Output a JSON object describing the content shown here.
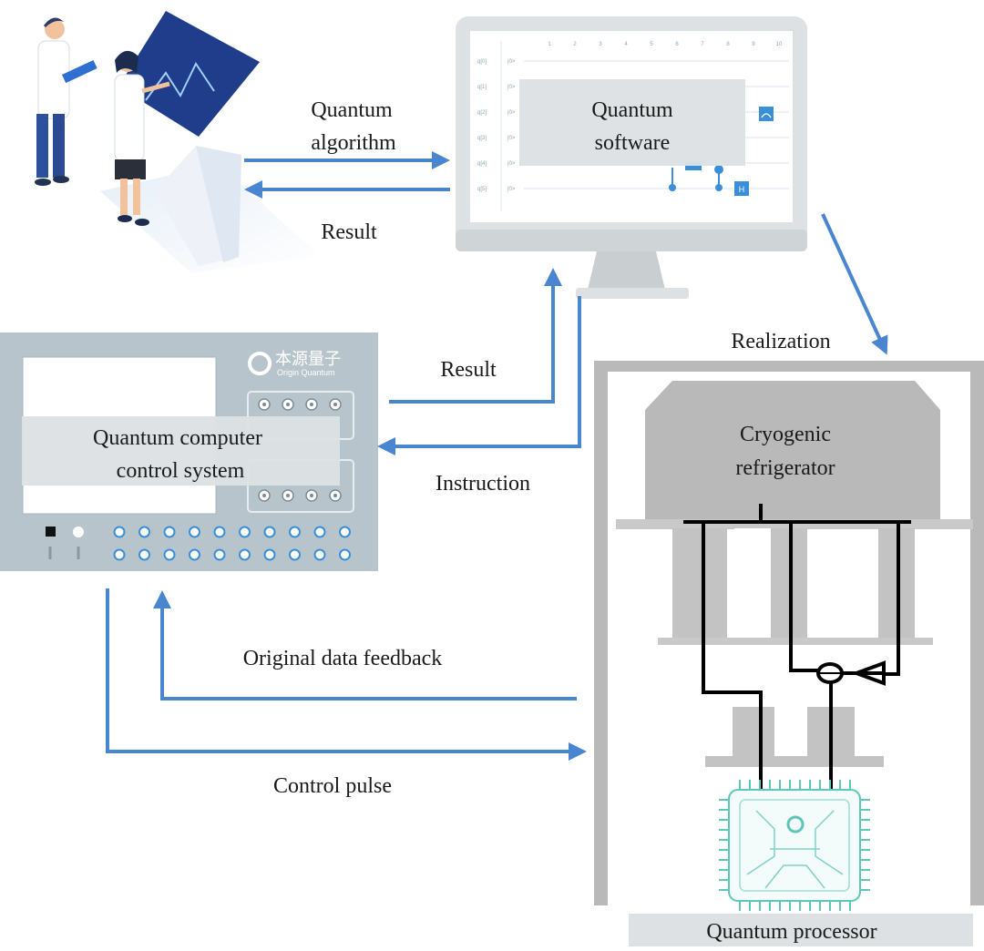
{
  "labels": {
    "quantum_algorithm_line1": "Quantum",
    "quantum_algorithm_line2": "algorithm",
    "result_top": "Result",
    "software_line1": "Quantum",
    "software_line2": "software",
    "realization": "Realization",
    "result_mid": "Result",
    "instruction": "Instruction",
    "control_system_line1": "Quantum computer",
    "control_system_line2": "control system",
    "cryo_line1": "Cryogenic",
    "cryo_line2": "refrigerator",
    "original_feedback": "Original data feedback",
    "control_pulse": "Control pulse",
    "processor": "Quantum processor"
  },
  "brand": {
    "name_cn": "本源量子",
    "name_en": "Origin Quantum"
  },
  "circuit": {
    "columns": [
      "1",
      "2",
      "3",
      "4",
      "5",
      "6",
      "7",
      "8",
      "9",
      "10"
    ],
    "qubits": [
      "q[0]",
      "q[1]",
      "q[2]",
      "q[3]",
      "q[4]",
      "q[5]"
    ],
    "ket": "|0>",
    "h_gate": "H"
  },
  "colors": {
    "arrow": "#4a86d0",
    "panel_gray": "#dde1e3",
    "frame_gray": "#b9b9b9",
    "device_blue_gray": "#b7c4cc",
    "chip_teal": "#5fc7b8"
  }
}
